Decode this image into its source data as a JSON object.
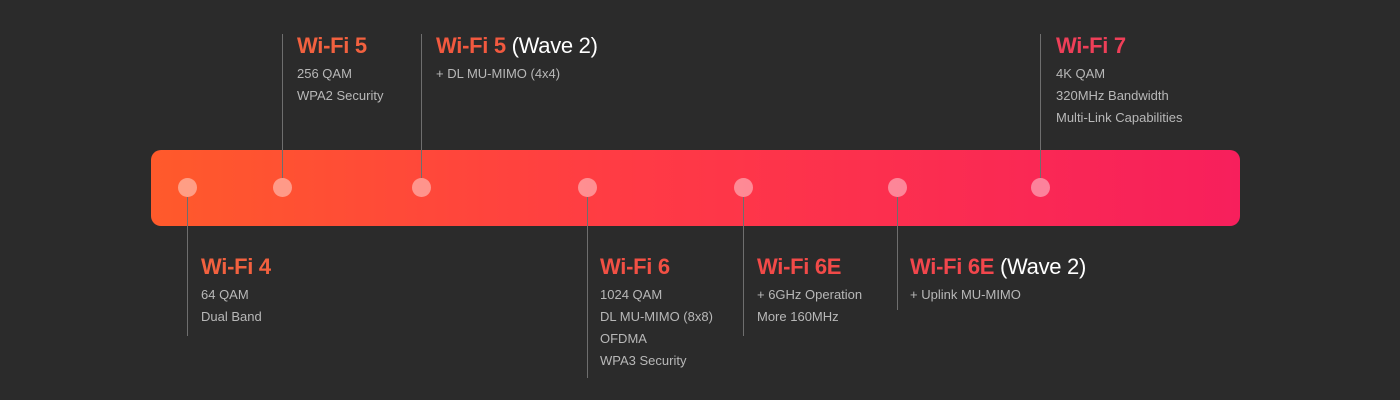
{
  "milestones": [
    {
      "id": "wifi4",
      "name": "Wi-Fi 4",
      "suffix": "",
      "features": [
        "64 QAM",
        "Dual Band"
      ],
      "color": "#f2613f"
    },
    {
      "id": "wifi5",
      "name": "Wi-Fi 5",
      "suffix": "",
      "features": [
        "256 QAM",
        "WPA2 Security"
      ],
      "color": "#f2613f"
    },
    {
      "id": "wifi5-wave2",
      "name": "Wi-Fi 5",
      "suffix": "(Wave 2)",
      "features": [
        "+ DL MU-MIMO (4x4)"
      ],
      "color": "#f2593f"
    },
    {
      "id": "wifi6",
      "name": "Wi-Fi 6",
      "suffix": "",
      "features": [
        "1024 QAM",
        "DL MU-MIMO (8x8)",
        "OFDMA",
        "WPA3 Security"
      ],
      "color": "#f25044"
    },
    {
      "id": "wifi6e",
      "name": "Wi-Fi 6E",
      "suffix": "",
      "features": [
        "+ 6GHz Operation",
        "More 160MHz"
      ],
      "color": "#f24a48"
    },
    {
      "id": "wifi6e-wave2",
      "name": "Wi-Fi 6E",
      "suffix": "(Wave 2)",
      "features": [
        "+ Uplink MU-MIMO"
      ],
      "color": "#f2464c"
    },
    {
      "id": "wifi7",
      "name": "Wi-Fi 7",
      "suffix": "",
      "features": [
        "4K QAM",
        "320MHz Bandwidth",
        "Multi-Link Capabilities"
      ],
      "color": "#ee3f58"
    }
  ]
}
